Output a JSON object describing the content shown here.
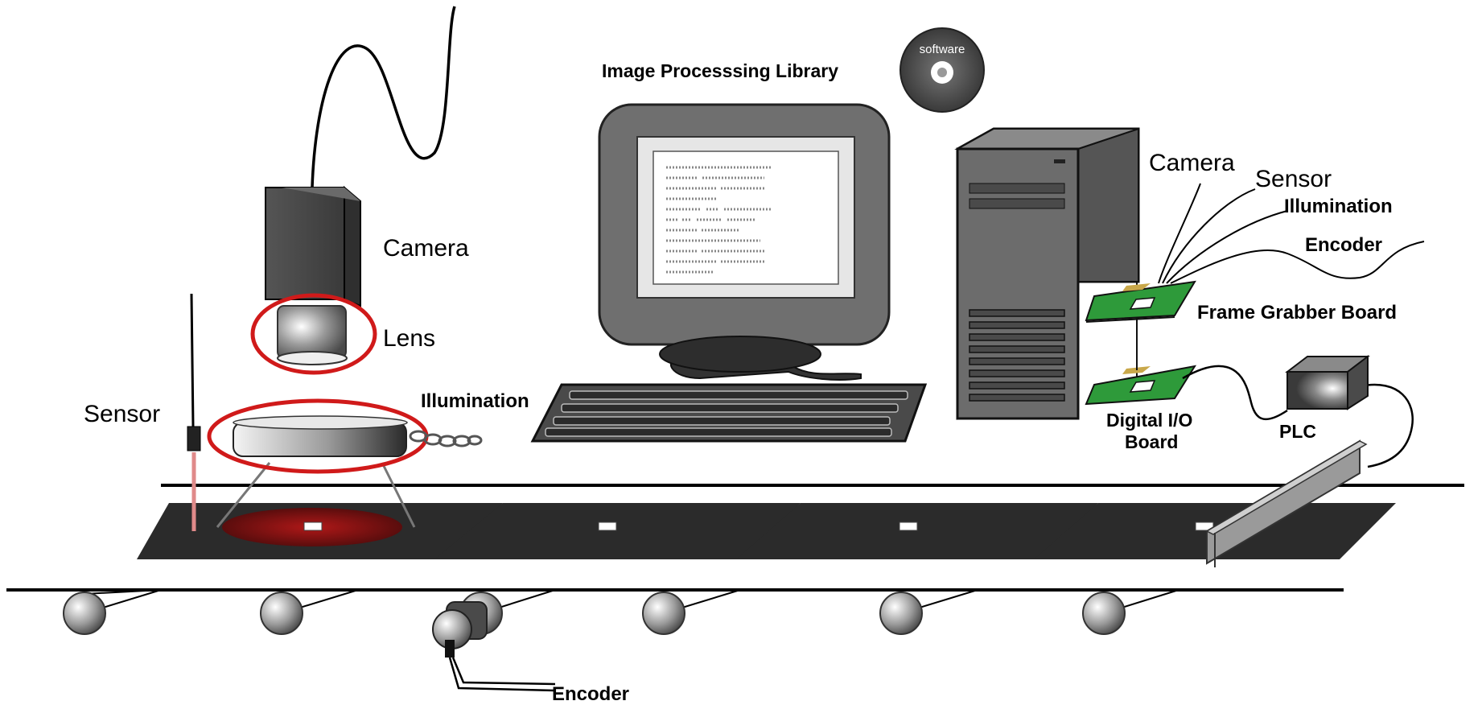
{
  "labels": {
    "software_library": "Image Processsing Library",
    "cd": "software",
    "camera_left": "Camera",
    "lens": "Lens",
    "sensor_left": "Sensor",
    "illumination_left": "Illumination",
    "encoder_bottom": "Encoder",
    "camera_right": "Camera",
    "sensor_right": "Sensor",
    "illumination_right": "Illumination",
    "encoder_right": "Encoder",
    "frame_grabber": "Frame Grabber Board",
    "digital_io_1": "Digital I/O",
    "digital_io_2": "Board",
    "plc": "PLC"
  },
  "colors": {
    "highlight": "#d01a1a",
    "board_green": "#2e9a3a",
    "conveyor_dark": "#2b2b2b",
    "monitor_gray": "#6f6f6f"
  }
}
